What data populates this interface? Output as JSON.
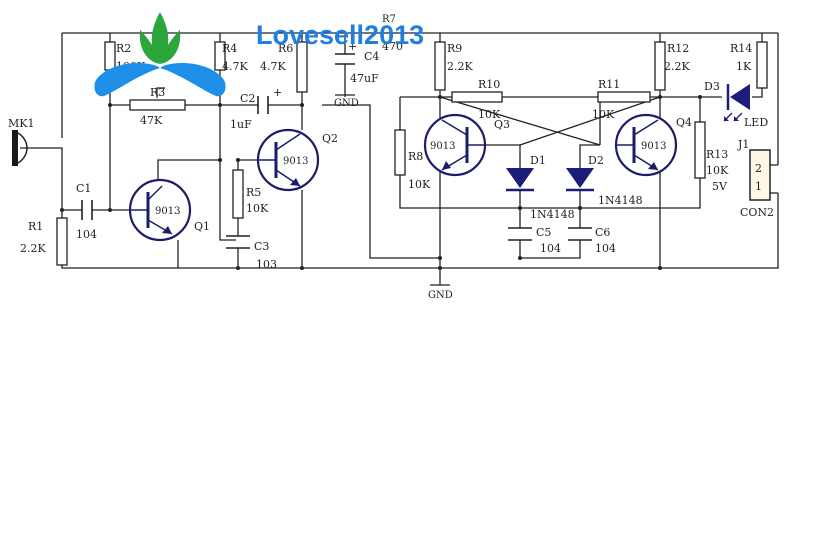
{
  "watermark": {
    "text": "Lovesell2013"
  },
  "components": {
    "mk1": "MK1",
    "r1": {
      "ref": "R1",
      "value": "2.2K"
    },
    "r2": {
      "ref": "R2",
      "value": "100K"
    },
    "r3": {
      "ref": "R3",
      "value": "47K"
    },
    "r4": {
      "ref": "R4",
      "value": "4.7K"
    },
    "r5": {
      "ref": "R5",
      "value": "10K"
    },
    "r6": {
      "ref": "R6",
      "value": "4.7K"
    },
    "r7": {
      "ref": "R7",
      "value": "470"
    },
    "r8": {
      "ref": "R8",
      "value": "10K"
    },
    "r9": {
      "ref": "R9",
      "value": "2.2K"
    },
    "r10": {
      "ref": "R10",
      "value": "10K"
    },
    "r11": {
      "ref": "R11",
      "value": "10K"
    },
    "r12": {
      "ref": "R12",
      "value": "2.2K"
    },
    "r13": {
      "ref": "R13",
      "value": "10K"
    },
    "r14": {
      "ref": "R14",
      "value": "1K"
    },
    "c1": {
      "ref": "C1",
      "value": "104"
    },
    "c2": {
      "ref": "C2",
      "value": "1uF"
    },
    "c3": {
      "ref": "C3",
      "value": "103"
    },
    "c4": {
      "ref": "C4",
      "value": "47uF"
    },
    "c5": {
      "ref": "C5",
      "value": "104"
    },
    "c6": {
      "ref": "C6",
      "value": "104"
    },
    "q1": {
      "ref": "Q1",
      "part": "9013"
    },
    "q2": {
      "ref": "Q2",
      "part": "9013"
    },
    "q3": {
      "ref": "Q3",
      "part": "9013"
    },
    "q4": {
      "ref": "Q4",
      "part": "9013"
    },
    "d1": {
      "ref": "D1",
      "part": "1N4148"
    },
    "d2": {
      "ref": "D2",
      "part": "1N4148"
    },
    "d3": {
      "ref": "D3",
      "part": "LED"
    },
    "j1": {
      "ref": "J1",
      "name": "CON2",
      "pin2": "2",
      "pin1": "1",
      "voltage": "5V"
    },
    "gnd_main": "GND",
    "gnd_c4": "GND",
    "plus_c2": "+",
    "plus_c4": "+"
  },
  "colors": {
    "wire": "#222222",
    "component": "#1a1a1a",
    "transistor": "#1c1c6a",
    "diode": "#1c1c7a",
    "watermark_text": "#1e7fe0",
    "logo_green": "#2aa63a",
    "logo_blue": "#1e8fe8",
    "connector_fill": "#fdf7e6"
  }
}
